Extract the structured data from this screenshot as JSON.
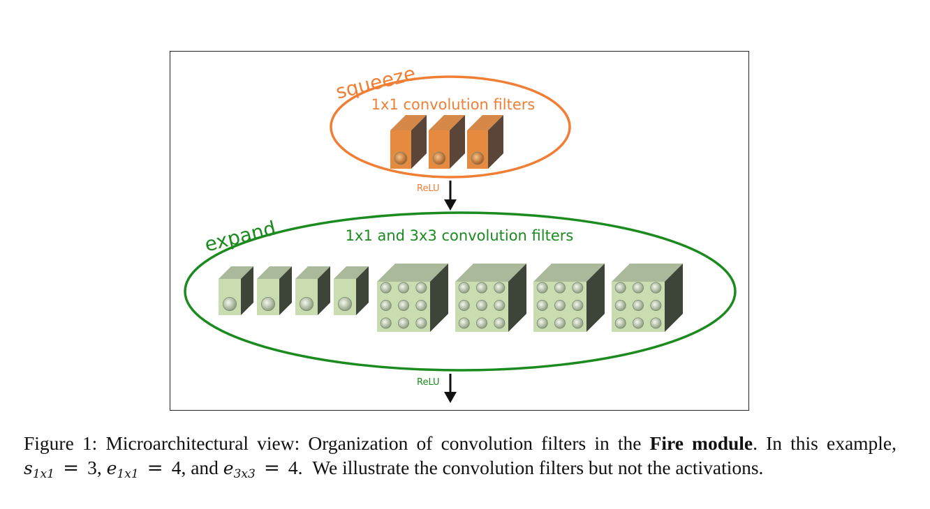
{
  "figure": {
    "squeeze": {
      "title": "squeeze",
      "subtitle": "1x1 convolution filters",
      "activation": "ReLU",
      "color": "#f07f35",
      "filter_count": 3,
      "filter_colors": {
        "front": "#e58a3e",
        "side": "#5a4538",
        "top": "#d68849"
      }
    },
    "expand": {
      "title": "expand",
      "subtitle": "1x1 and 3x3 convolution filters",
      "activation": "ReLU",
      "color": "#1b8a1f",
      "filter_1x1_count": 4,
      "filter_3x3_count": 4,
      "filter_colors": {
        "front": "#c9ddb0",
        "side": "#3c4537",
        "top": "#a9b99a"
      }
    }
  },
  "caption": {
    "label": "Figure 1:",
    "text_before_bold": "Microarchitectural view: Organization of convolution filters in the",
    "bold": "Fire module",
    "text_after_bold": ". In this example,",
    "s_symbol": "s",
    "s_sub": "1x1",
    "s_value": "3,",
    "e1_symbol": "e",
    "e1_sub": "1x1",
    "e1_value": "4, and",
    "e3_symbol": "e",
    "e3_sub": "3x3",
    "e3_value": "4.",
    "text_end": "We illustrate the convolution filters but not the activations."
  }
}
